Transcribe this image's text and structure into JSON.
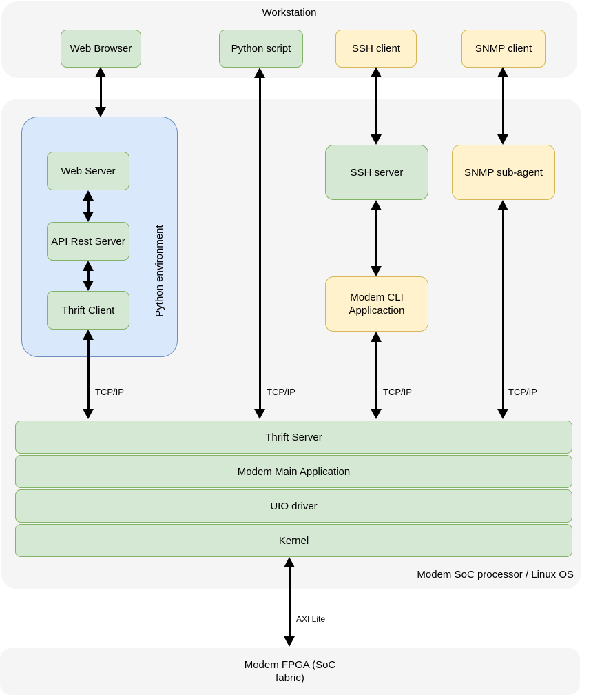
{
  "workstation": {
    "title": "Workstation",
    "boxes": [
      {
        "label": "Web Browser"
      },
      {
        "label": "Python script"
      },
      {
        "label": "SSH client"
      },
      {
        "label": "SNMP client"
      }
    ]
  },
  "soc": {
    "label": "Modem SoC processor / Linux OS",
    "python_env": {
      "label": "Python environment",
      "web_server": "Web Server",
      "api_rest_server": "API Rest Server",
      "thrift_client": "Thrift Client"
    },
    "ssh_server": "SSH server",
    "snmp_sub_agent": "SNMP sub-agent",
    "modem_cli_app": "Modem CLI\nApplicaction",
    "layers": [
      "Thrift Server",
      "Modem Main Application",
      "UIO driver",
      "Kernel"
    ]
  },
  "fpga": {
    "label": "Modem FPGA (SoC\nfabric)"
  },
  "edge_labels": {
    "tcpip": [
      "TCP/IP",
      "TCP/IP",
      "TCP/IP",
      "TCP/IP"
    ],
    "axi_lite": "AXI Lite"
  },
  "colors": {
    "green_fill": "#d5e8d4",
    "green_stroke": "#82b366",
    "yellow_fill": "#fff2cc",
    "yellow_stroke": "#d6b656",
    "blue_fill": "#dae8fc",
    "blue_stroke": "#6c8ebf",
    "zone_fill": "#f5f5f5",
    "arrow": "#000000"
  }
}
